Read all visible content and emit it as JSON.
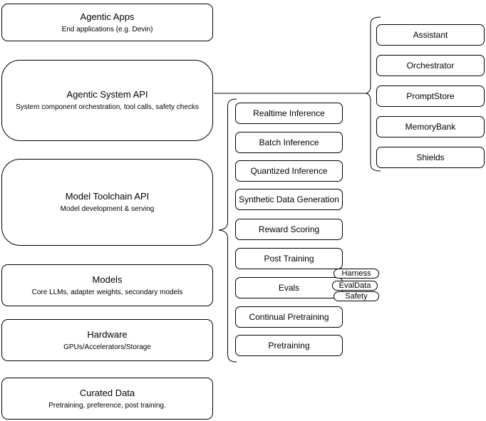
{
  "diagram": {
    "background_color": "#ffffff",
    "stroke_color": "#000000",
    "text_color": "#000000"
  },
  "left_stack": [
    {
      "title": "Agentic Apps",
      "subtitle": "End applications (e.g. Devin)"
    },
    {
      "title": "Agentic System API",
      "subtitle": "System component orchestration, tool calls, safety checks"
    },
    {
      "title": "Model Toolchain API",
      "subtitle": "Model development & serving"
    },
    {
      "title": "Models",
      "subtitle": "Core LLMs, adapter weights, secondary models"
    },
    {
      "title": "Hardware",
      "subtitle": "GPUs/Accelerators/Storage"
    },
    {
      "title": "Curated Data",
      "subtitle": "Pretraining, preference, post training."
    }
  ],
  "toolchain_group": {
    "items": [
      "Realtime Inference",
      "Batch Inference",
      "Quantized Inference",
      "Synthetic Data Generation",
      "Reward Scoring",
      "Post Training",
      "Evals",
      "Continual Pretraining",
      "Pretraining"
    ]
  },
  "eval_tags": [
    "Harness",
    "EvalData",
    "Safety"
  ],
  "system_group": {
    "items": [
      "Assistant",
      "Orchestrator",
      "PromptStore",
      "MemoryBank",
      "Shields"
    ]
  }
}
